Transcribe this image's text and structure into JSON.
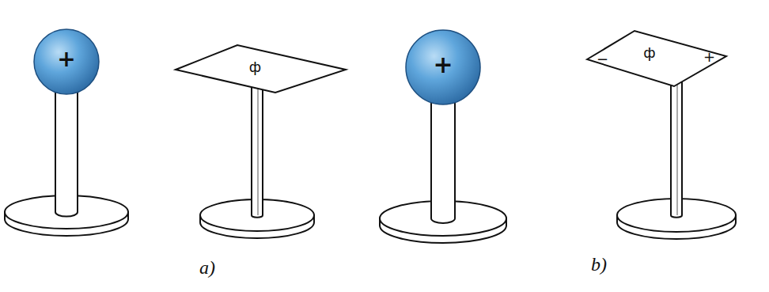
{
  "diagram": {
    "nodes": [
      {
        "text": [
          "+"
        ]
      },
      {
        "text": [
          "ф"
        ]
      },
      {
        "text": [
          "+"
        ]
      },
      {
        "text": [
          "−",
          "ф",
          "+"
        ]
      }
    ],
    "labels": [
      "a)",
      "b)"
    ]
  }
}
